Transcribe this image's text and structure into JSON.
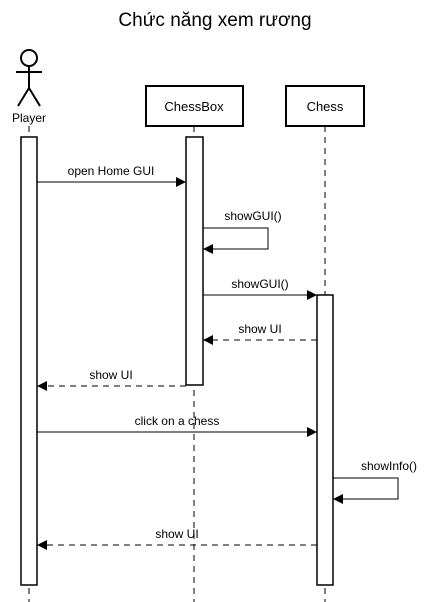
{
  "title": "Chức năng xem rương",
  "participants": {
    "player": "Player",
    "chessbox": "ChessBox",
    "chess": "Chess"
  },
  "messages": [
    {
      "label": "open Home GUI",
      "kind": "sync"
    },
    {
      "label": "showGUI()",
      "kind": "self"
    },
    {
      "label": "showGUI()",
      "kind": "sync"
    },
    {
      "label": "show UI",
      "kind": "return"
    },
    {
      "label": "show UI",
      "kind": "return"
    },
    {
      "label": "click on a chess",
      "kind": "sync"
    },
    {
      "label": "showInfo()",
      "kind": "self"
    },
    {
      "label": "show UI",
      "kind": "return"
    }
  ]
}
